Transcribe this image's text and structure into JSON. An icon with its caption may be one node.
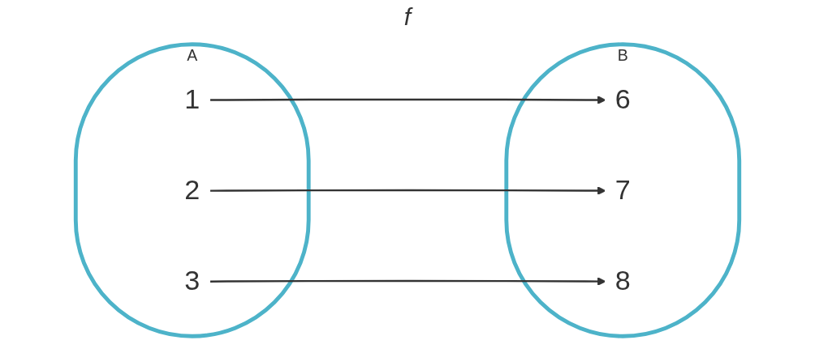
{
  "diagram": {
    "nodes": [
      {
        "text": [
          "A"
        ]
      },
      {
        "text": [
          "1"
        ],
        "in": 0
      },
      {
        "text": [
          "2"
        ],
        "in": 0
      },
      {
        "text": [
          "3"
        ],
        "in": 0
      },
      {
        "text": [
          "B"
        ]
      },
      {
        "text": [
          "6"
        ],
        "in": 4
      },
      {
        "text": [
          "7"
        ],
        "in": 4
      },
      {
        "text": [
          "8"
        ],
        "in": 4
      }
    ],
    "edges": [
      {
        "from": 1,
        "to": 5,
        "arrow": "to"
      },
      {
        "from": 2,
        "to": 6,
        "arrow": "to"
      },
      {
        "from": 3,
        "to": 7,
        "arrow": "to"
      }
    ],
    "labels": [
      "f"
    ]
  }
}
